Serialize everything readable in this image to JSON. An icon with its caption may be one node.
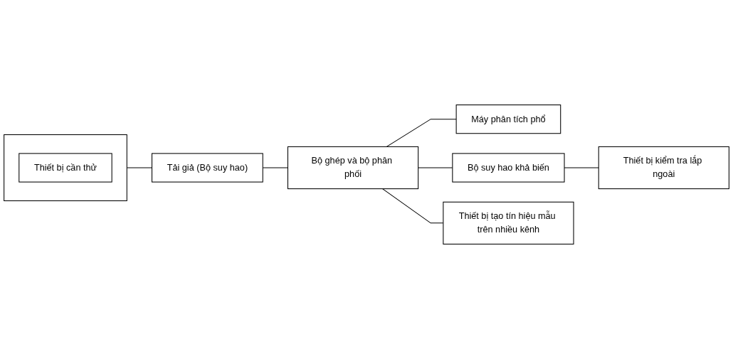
{
  "diagram": {
    "nodes": [
      {
        "text": [
          "Máy phân tích phổ"
        ]
      },
      {
        "text": [],
        "shape": "box"
      },
      {
        "text": [
          "Thiết bị cần thử"
        ],
        "in": 1
      },
      {
        "text": [
          "Tải giả (Bộ suy hao)"
        ]
      },
      {
        "text": [
          "Bộ ghép và bộ phân phối"
        ]
      },
      {
        "text": [
          "Bộ suy hao khả biến"
        ]
      },
      {
        "text": [
          "Thiết bị kiểm tra lắp ngoài"
        ]
      },
      {
        "text": [
          "Thiết bị tạo tín hiệu mẫu trên nhiều kênh"
        ]
      }
    ],
    "edges": [
      {
        "from": 4,
        "to": 0,
        "arrow": "none"
      },
      {
        "from": 1,
        "to": 3,
        "arrow": "none"
      },
      {
        "from": 3,
        "to": 4,
        "arrow": "none"
      },
      {
        "from": 4,
        "to": 5,
        "arrow": "none"
      },
      {
        "from": 5,
        "to": 6,
        "arrow": "none"
      },
      {
        "from": 4,
        "to": 7,
        "arrow": "none"
      }
    ]
  }
}
